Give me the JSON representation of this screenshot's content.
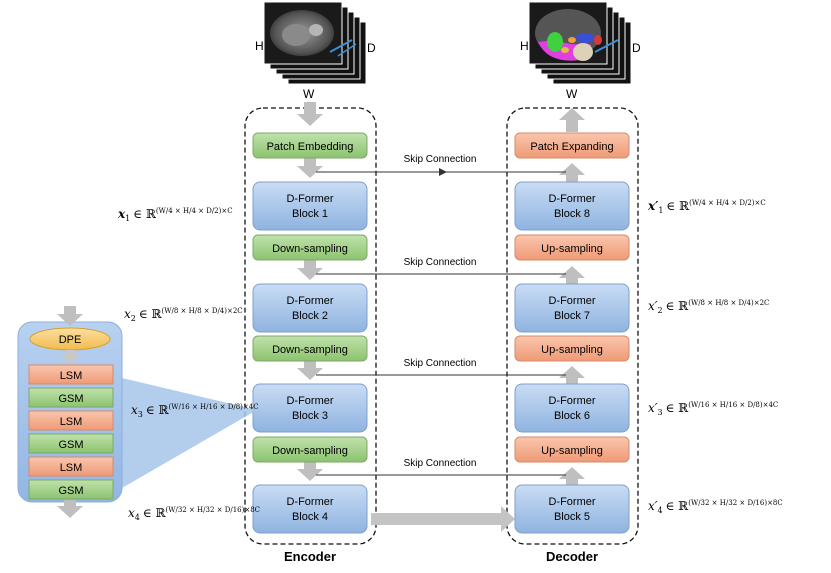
{
  "input_volume": {
    "h": "H",
    "w": "W",
    "d": "D"
  },
  "output_volume": {
    "h": "H",
    "w": "W",
    "d": "D"
  },
  "encoder": {
    "title": "Encoder",
    "patch_embedding": "Patch Embedding",
    "blocks": [
      {
        "line1": "D-Former",
        "line2": "Block 1"
      },
      {
        "line1": "D-Former",
        "line2": "Block 2"
      },
      {
        "line1": "D-Former",
        "line2": "Block 3"
      },
      {
        "line1": "D-Former",
        "line2": "Block 4"
      }
    ],
    "downsampling": [
      "Down-sampling",
      "Down-sampling",
      "Down-sampling"
    ]
  },
  "decoder": {
    "title": "Decoder",
    "patch_expanding": "Patch Expanding",
    "blocks": [
      {
        "line1": "D-Former",
        "line2": "Block 8"
      },
      {
        "line1": "D-Former",
        "line2": "Block 7"
      },
      {
        "line1": "D-Former",
        "line2": "Block 6"
      },
      {
        "line1": "D-Former",
        "line2": "Block 5"
      }
    ],
    "upsampling": [
      "Up-sampling",
      "Up-sampling",
      "Up-sampling"
    ]
  },
  "skip_connections": [
    "Skip Connection",
    "Skip Connection",
    "Skip Connection",
    "Skip Connection"
  ],
  "inset": {
    "dpe": "DPE",
    "modules": [
      "LSM",
      "GSM",
      "LSM",
      "GSM",
      "LSM",
      "GSM"
    ]
  },
  "encoder_features": [
    {
      "var": "x",
      "sub": "1",
      "set": "∈ ℝ",
      "exp": "(W/4 × H/4 × D/2)×C"
    },
    {
      "var": "x",
      "sub": "2",
      "set": "∈ ℝ",
      "exp": "(W/8 × H/8 × D/4)×2C"
    },
    {
      "var": "x",
      "sub": "3",
      "set": "∈ ℝ",
      "exp": "(W/16 × H/16 × D/8)×4C"
    },
    {
      "var": "x",
      "sub": "4",
      "set": "∈ ℝ",
      "exp": "(W/32 × H/32 × D/16)×8C"
    }
  ],
  "decoder_features": [
    {
      "var": "x′",
      "sub": "1",
      "set": "∈ ℝ",
      "exp": "(W/4 × H/4 × D/2)×C"
    },
    {
      "var": "x′",
      "sub": "2",
      "set": "∈ ℝ",
      "exp": "(W/8 × H/8 × D/4)×2C"
    },
    {
      "var": "x′",
      "sub": "3",
      "set": "∈ ℝ",
      "exp": "(W/16 × H/16 × D/8)×4C"
    },
    {
      "var": "x′",
      "sub": "4",
      "set": "∈ ℝ",
      "exp": "(W/32 × H/32 × D/16)×8C"
    }
  ],
  "colors": {
    "blue_block": "#a9c6ea",
    "green_block": "#a4cf8c",
    "salmon_block": "#f5ad8e",
    "gray_arrow": "#bfbfbf",
    "dpe": "#f7c96d",
    "inset_bg": "#a6c4ea"
  }
}
